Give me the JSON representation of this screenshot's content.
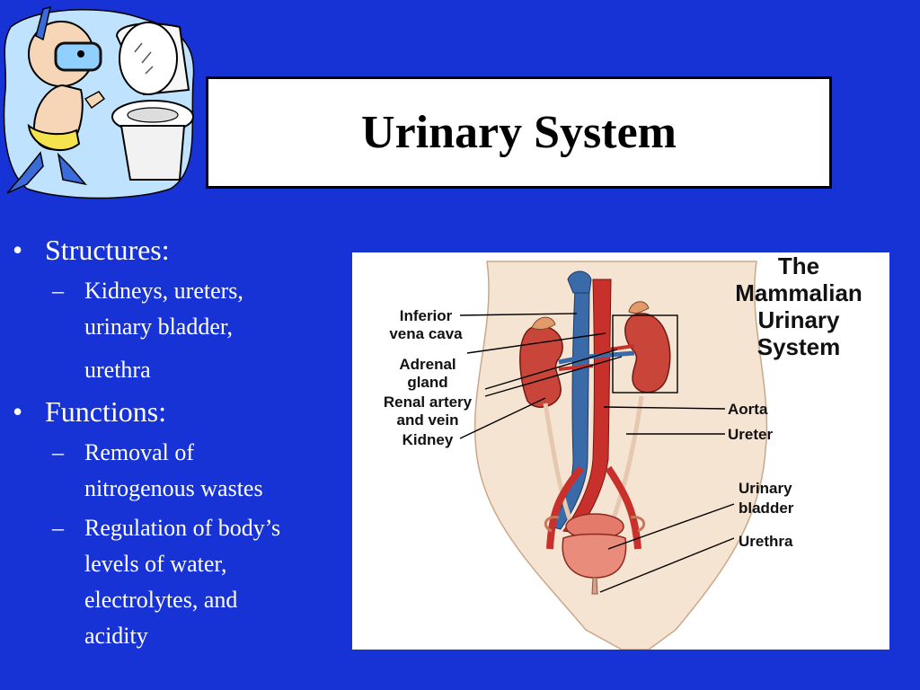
{
  "slide": {
    "title": "Urinary System",
    "bullets": [
      {
        "text": "Structures:",
        "subitems": [
          {
            "lines": [
              "Kidneys, ureters,",
              "urinary bladder,",
              "urethra"
            ]
          }
        ]
      },
      {
        "text": "Functions:",
        "subitems": [
          {
            "lines": [
              "Removal of",
              "nitrogenous wastes"
            ]
          },
          {
            "lines": [
              "Regulation of body’s",
              "levels of water,",
              "electrolytes, and",
              "acidity"
            ]
          }
        ]
      }
    ]
  },
  "figure": {
    "title_lines": [
      "The",
      "Mammalian",
      "Urinary",
      "System"
    ],
    "labels": {
      "ivc_1": "Inferior",
      "ivc_2": "vena cava",
      "adrenal_1": "Adrenal",
      "adrenal_2": "gland",
      "renal_1": "Renal artery",
      "renal_2": "and vein",
      "kidney": "Kidney",
      "aorta": "Aorta",
      "ureter": "Ureter",
      "bladder_1": "Urinary",
      "bladder_2": "bladder",
      "urethra": "Urethra"
    }
  },
  "colors": {
    "background": "#1733d6",
    "title_box": "#ffffff",
    "text": "#ffffff"
  }
}
